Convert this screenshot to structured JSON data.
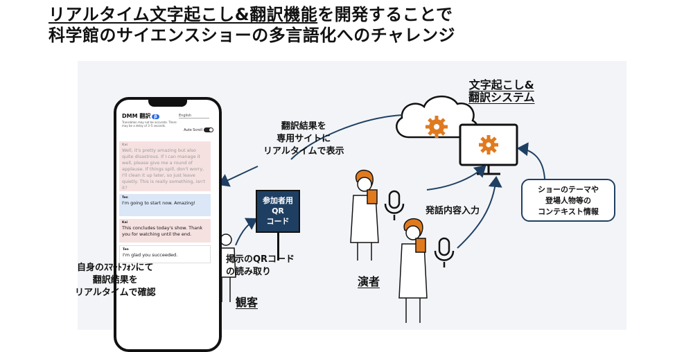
{
  "title": {
    "line1_underlined": "リアルタイム文字起こし&翻訳機能",
    "line1_rest": "を開発することで",
    "line2": "科学館のサイエンスショーの多言語化へのチャレンジ"
  },
  "phone": {
    "brand": "DMM 翻訳",
    "brand_badge": "β",
    "language": "English",
    "note": "Translation may not be accurate. There may be a delay of 3–5 seconds.",
    "autoscroll": "Auto Scroll",
    "messages": [
      {
        "who": "Kai",
        "text": "Well, it's pretty amazing but also quite disastrous. If I can manage it well, please give me a round of applause. If things spill, don't worry, I'll clean it up later, so just leave quietly. This is really something, isn't it?"
      },
      {
        "who": "Ten",
        "text": "I'm going to start now. Amazing!"
      },
      {
        "who": "Kai",
        "text": "This concludes today's show. Thank you for watching until the end."
      },
      {
        "who": "Ten",
        "text": "I'm glad you succeeded."
      }
    ]
  },
  "labels": {
    "translation_result": "翻訳結果を\n専用サイトに\nリアルタイムで表示",
    "system": "文字起こし&\n翻訳システム",
    "qr_sign": "参加者用\nQR\nコード",
    "qr_read": "掲示のQRコード\nの読み取り",
    "speech_input": "発話内容入力",
    "context": "ショーのテーマや\n登場人物等の\nコンテキスト情報",
    "check_on_phone": "自身のｽﾏｰﾄﾌｫﾝにて\n翻訳結果を\nリアルタイムで確認",
    "audience": "観客",
    "performer": "演者"
  },
  "colors": {
    "panel": "#f2f4f7",
    "navy": "#1f3f62",
    "gear": "#e07a1f",
    "blue_msg": "#dbe7f7",
    "pink_msg": "#f6e1e1"
  },
  "icons": [
    "cloud-gear-icon",
    "monitor-gear-icon",
    "microphone-icon",
    "person-icon"
  ]
}
